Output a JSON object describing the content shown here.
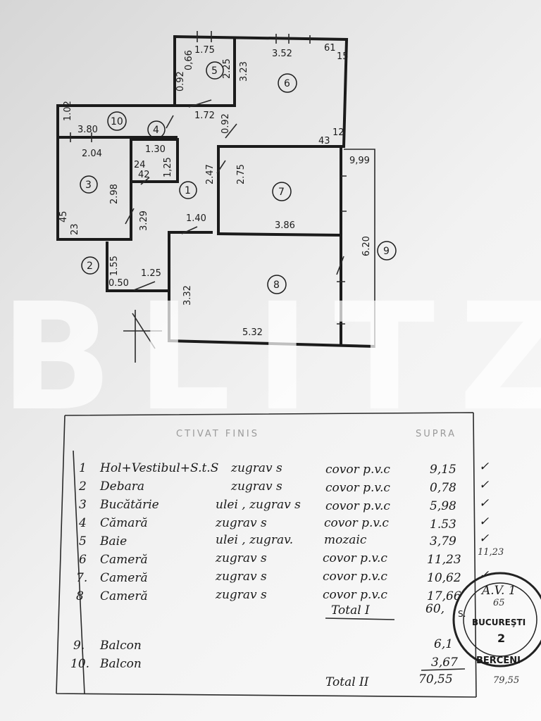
{
  "plan": {
    "dimensions": {
      "d_175": "1.75",
      "d_352": "3.52",
      "d_61": "61",
      "d_15": "15",
      "d_066": "0,66",
      "d_225": "2.25",
      "d_323": "3.23",
      "d_092a": "0.92",
      "d_172": "1.72",
      "d_102": "1.02",
      "d_380": "3.80",
      "d_092b": "0.92",
      "d_43": "43",
      "d_12": "12",
      "d_999": "9,99",
      "d_204": "2.04",
      "d_130": "1.30",
      "d_125a": "1,25",
      "d_24": "24",
      "d_42": "42",
      "d_247": "2.47",
      "d_275": "2.75",
      "d_298": "2.98",
      "d_329": "3.29",
      "d_45": "45",
      "d_23": "23",
      "d_140": "1.40",
      "d_386": "3.86",
      "d_620": "6.20",
      "d_155": "1.55",
      "d_125b": "1.25",
      "d_050": "0.50",
      "d_332": "3.32",
      "d_532": "5.32"
    },
    "room_labels": [
      "1",
      "2",
      "3",
      "4",
      "5",
      "6",
      "7",
      "8",
      "9",
      "10"
    ]
  },
  "watermark": "BLITZ",
  "table": {
    "header_faint": "CTIVAT  FINIS",
    "header_faint_right": "SUPRA",
    "rows": [
      {
        "nr": "1",
        "name": "Hol+Vestibul+S.t.S",
        "walls": "zugrav s",
        "floor": "covor p.v.c",
        "area": "9,15",
        "check": "✓",
        "note": ""
      },
      {
        "nr": "2",
        "name": "Debara",
        "walls": "zugrav s",
        "floor": "covor p.v.c",
        "area": "0,78",
        "check": "✓",
        "note": ""
      },
      {
        "nr": "3",
        "name": "Bucătărie",
        "walls": "ulei , zugrav s",
        "floor": "covor p.v.c",
        "area": "5,98",
        "check": "✓",
        "note": ""
      },
      {
        "nr": "4",
        "name": "Cămară",
        "walls": "zugrav s",
        "floor": "covor p.v.c",
        "area": "1.53",
        "check": "✓",
        "note": ""
      },
      {
        "nr": "5",
        "name": "Baie",
        "walls": "ulei , zugrav.",
        "floor": "mozaic",
        "area": "3,79",
        "check": "✓",
        "note": ""
      },
      {
        "nr": "6",
        "name": "Cameră",
        "walls": "zugrav s",
        "floor": "covor p.v.c",
        "area": "11,23",
        "check": "",
        "note": "11,23"
      },
      {
        "nr": "7.",
        "name": "Cameră",
        "walls": "zugrav s",
        "floor": "covor p.v.c",
        "area": "10,62",
        "check": "✓",
        "note": ""
      },
      {
        "nr": "8",
        "name": "Cameră",
        "walls": "zugrav s",
        "floor": "covor p.v.c",
        "area": "17,66",
        "check": "",
        "note": ""
      }
    ],
    "total1_label": "Total I",
    "total1_value": "60,",
    "balconies": [
      {
        "nr": "9.",
        "name": "Balcon",
        "area": "6,1"
      },
      {
        "nr": "10.",
        "name": "Balcon",
        "area": "3,67"
      }
    ],
    "total2_label": "Total II",
    "total2_value": "70,55",
    "total2_note": "79,55"
  },
  "stamp": {
    "top": "A.V. 1",
    "num": "65",
    "city": "BUCUREŞTI",
    "left": "S.",
    "center": "2",
    "bottom": "BERCENI"
  }
}
